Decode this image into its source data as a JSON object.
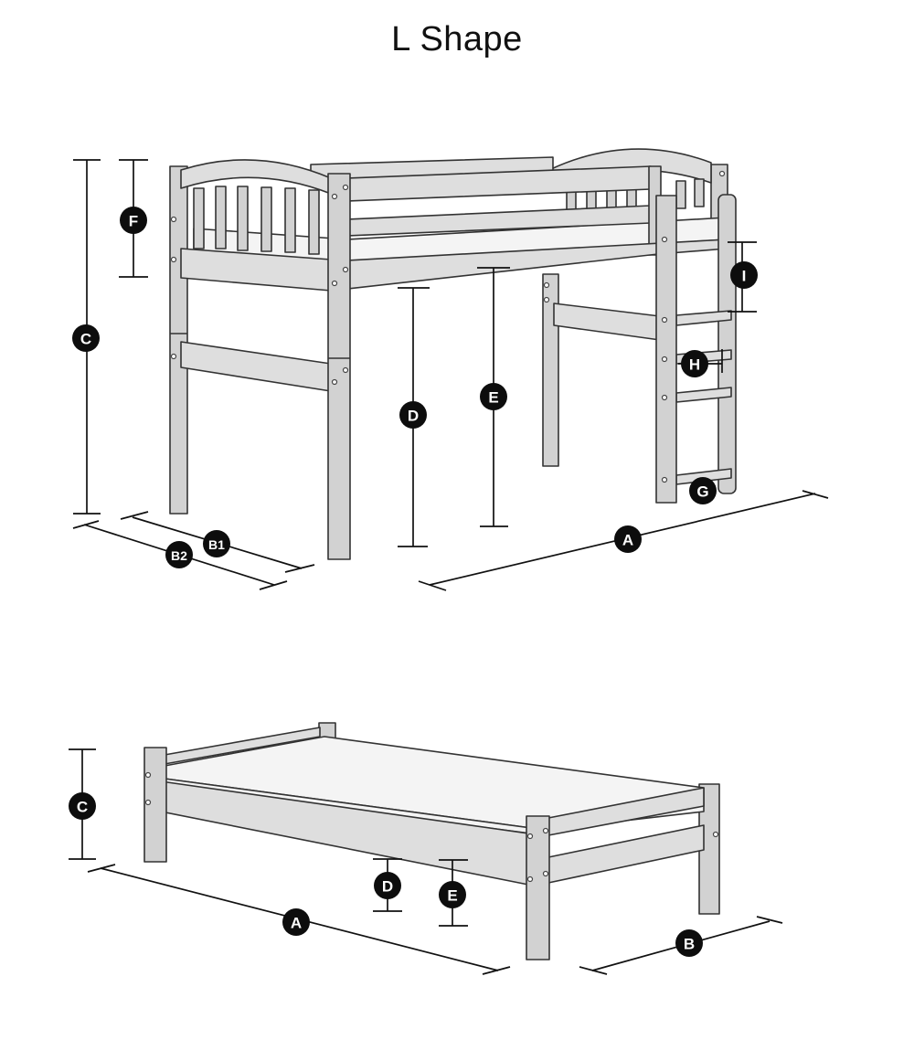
{
  "title": "L Shape",
  "loft_bed_labels": {
    "A": "A",
    "B1": "B1",
    "B2": "B2",
    "C": "C",
    "D": "D",
    "E": "E",
    "F": "F",
    "G": "G",
    "H": "H",
    "I": "I"
  },
  "twin_bed_labels": {
    "A": "A",
    "B": "B",
    "C": "C",
    "D": "D",
    "E": "E"
  }
}
